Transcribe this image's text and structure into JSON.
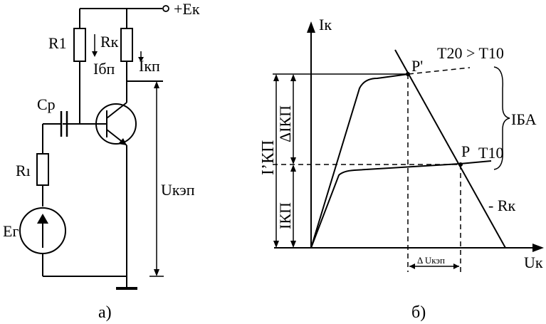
{
  "circuit": {
    "supply": "+Eк",
    "r1": "R1",
    "rk": "Rк",
    "ib": "Iбп",
    "ik": "Iкп",
    "cp": "Cр",
    "ri": "Rı",
    "eg": "Eг",
    "uke": "Uкэп",
    "caption": "а)"
  },
  "graph": {
    "y_axis": "Iк",
    "x_axis": "Uк",
    "point_hot": "P'",
    "temp_hot": "T20 > T10",
    "point": "P",
    "temp": "T10",
    "delta_ik": "ΔIКП",
    "ik": "IКП",
    "total": "IʼКП",
    "iba": "IБА",
    "load_line": "- Rк",
    "delta_u": "Δ Uкэп",
    "caption": "б)"
  }
}
